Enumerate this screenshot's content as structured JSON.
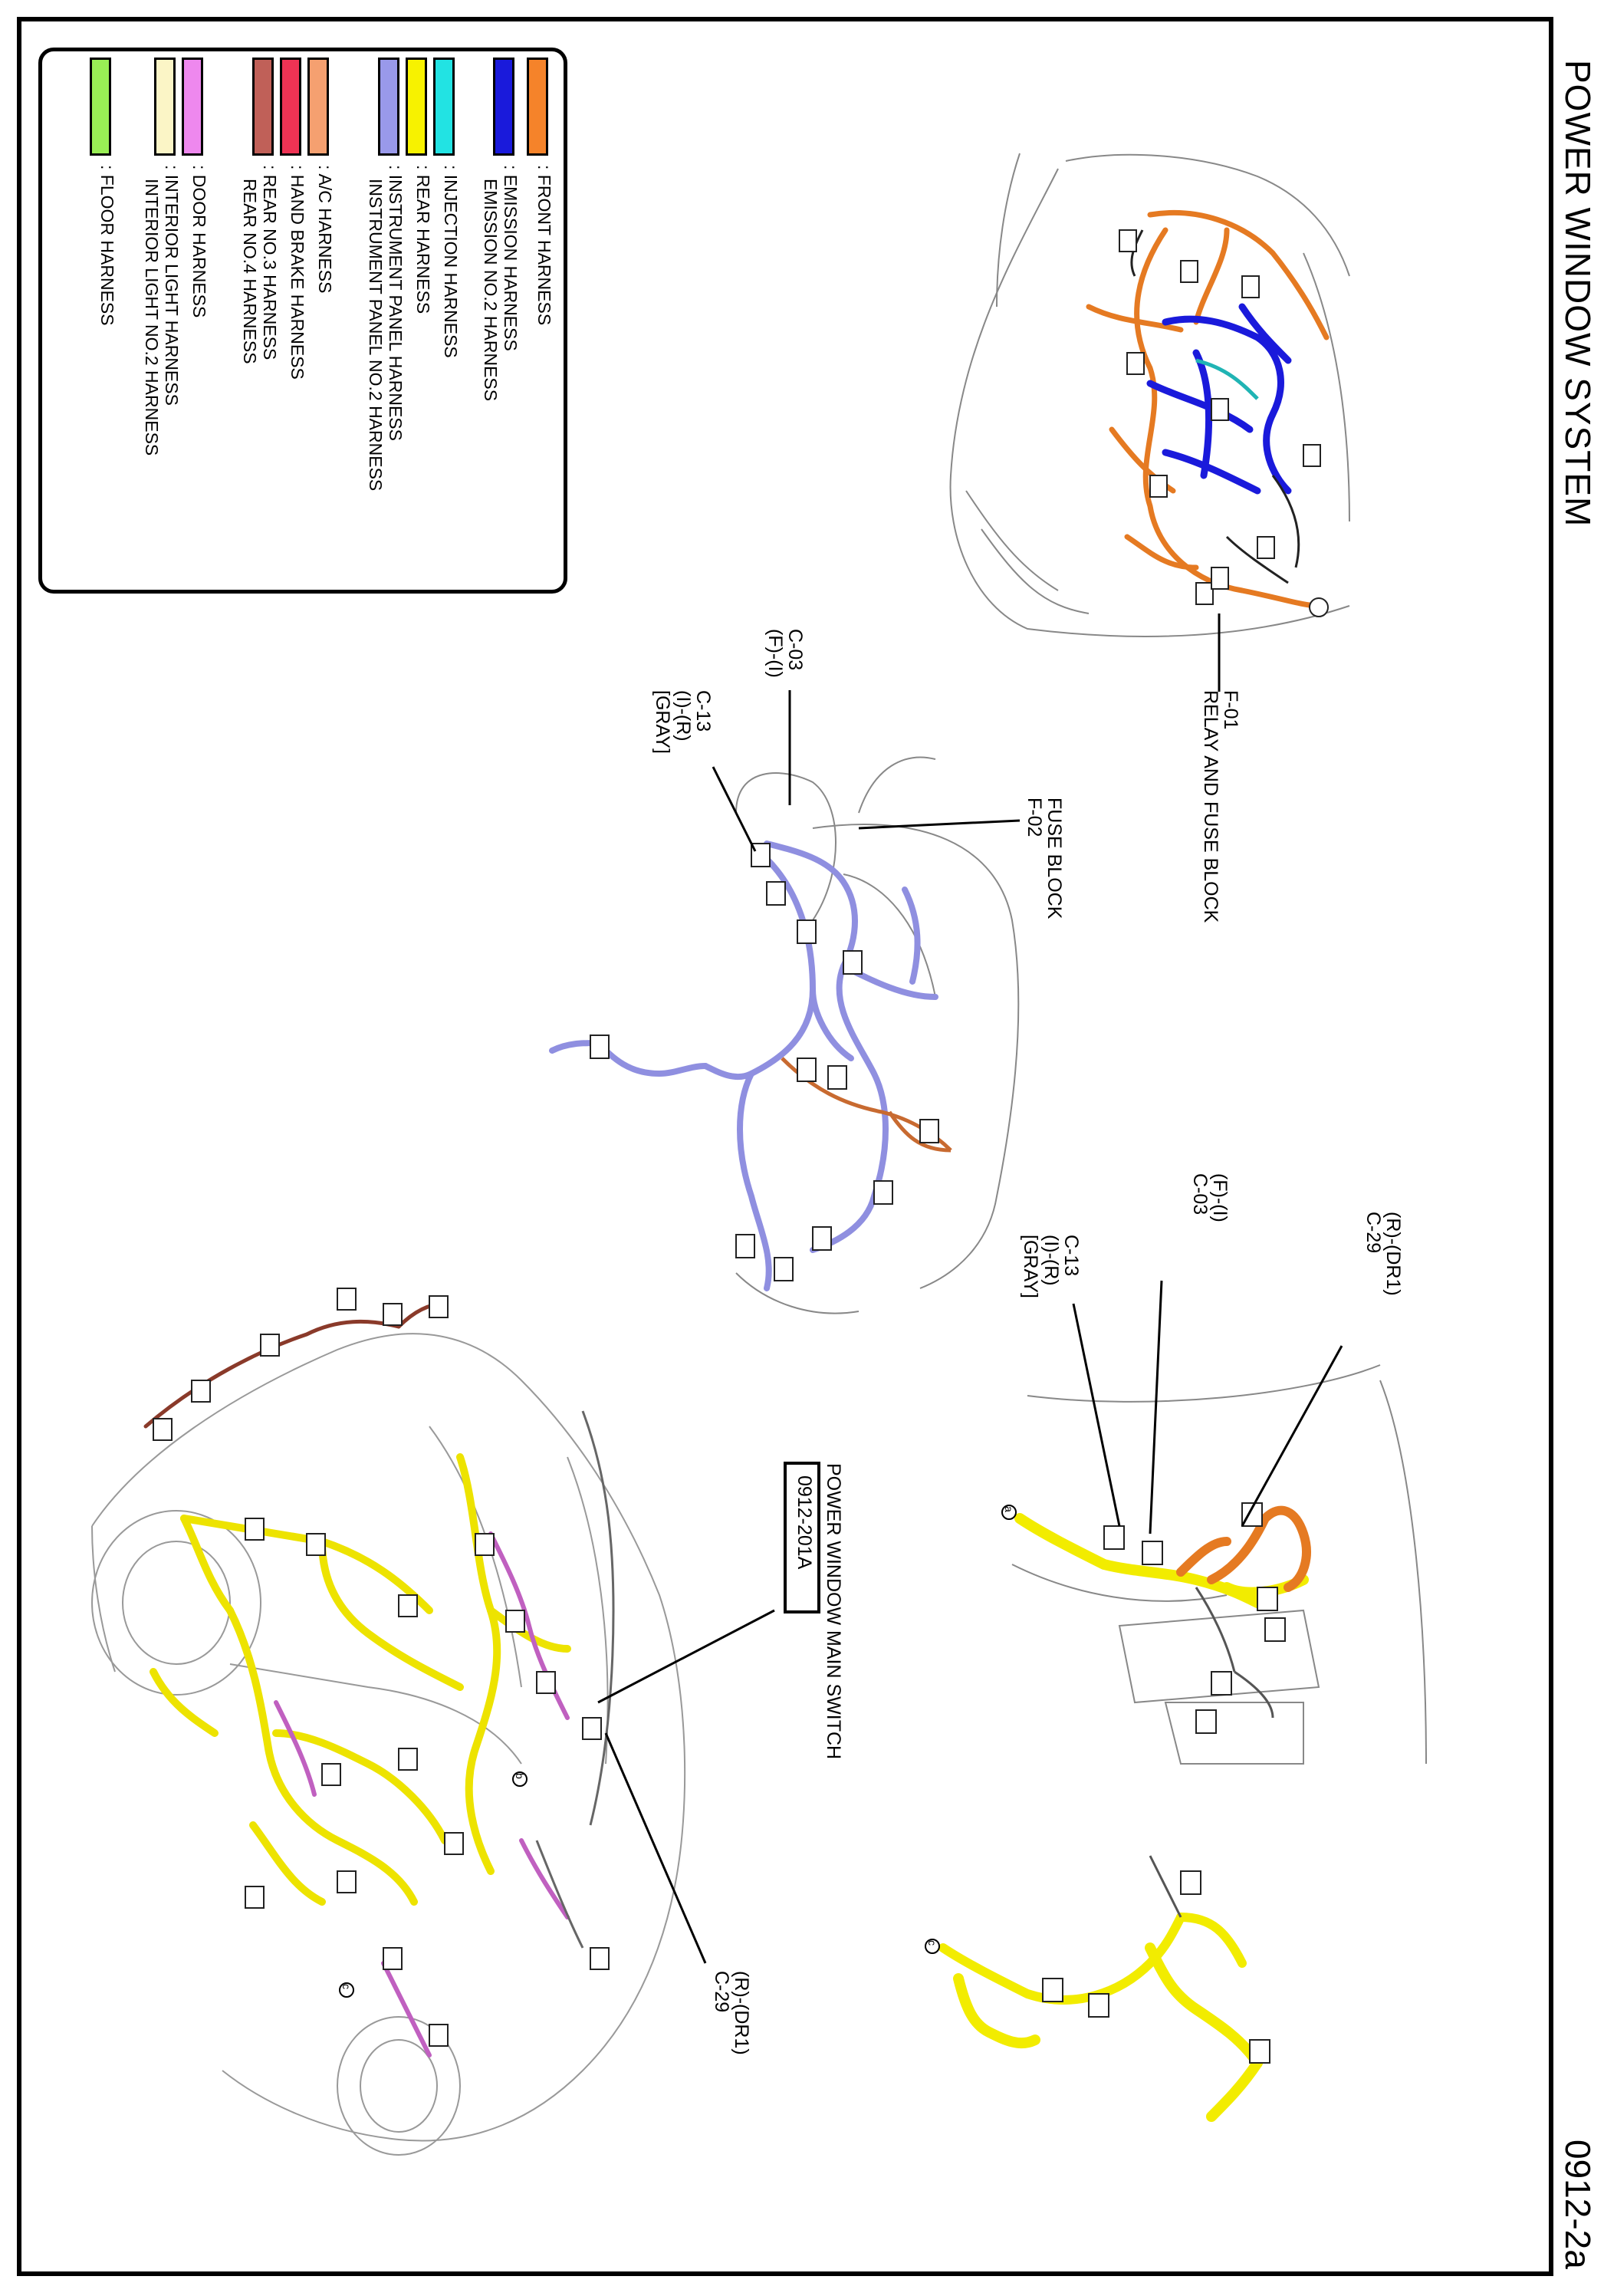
{
  "title": "POWER WINDOW SYSTEM",
  "page_number": "0912-2a",
  "legend": [
    {
      "label": ": FRONT HARNESS",
      "color": "#f5832a"
    },
    {
      "label": "EMISSION NO.2 HARNESS",
      "color": "#1a1adb",
      "primary": ": EMISSION HARNESS"
    },
    {
      "label": ": INJECTION HARNESS",
      "color": "#22e3e3"
    },
    {
      "label": ": REAR HARNESS",
      "color": "#f7f200"
    },
    {
      "label": "INSTRUMENT PANEL NO.2 HARNESS",
      "color": "#9999ea",
      "primary": ": INSTRUMENT PANEL HARNESS"
    },
    {
      "label": ": A/C HARNESS",
      "color": "#f5a070"
    },
    {
      "label": ": HAND BRAKE HARNESS",
      "color": "#ee3354"
    },
    {
      "label": "REAR NO.4 HARNESS",
      "color": "#c06058",
      "primary": ": REAR NO.3 HARNESS"
    },
    {
      "label": ": DOOR HARNESS",
      "color": "#ee88ee"
    },
    {
      "label": "INTERIOR LIGHT NO.2 HARNESS",
      "color": "#fbf5c6",
      "primary": ": INTERIOR LIGHT HARNESS"
    },
    {
      "label": ": FLOOR HARNESS",
      "color": "#99ee55"
    }
  ],
  "callouts": {
    "f01": {
      "code": "F-01",
      "name": "RELAY AND FUSE BLOCK"
    },
    "f02": {
      "code": "F-02",
      "name": "FUSE BLOCK"
    },
    "c03_left": {
      "code": "C-03",
      "pos": "(F)-(I)"
    },
    "c13_left": {
      "code": "C-13",
      "pos": "(I)-(R)",
      "color": "[GRAY]"
    },
    "c29_right": {
      "code": "C-29",
      "pos": "(R)-(DR1)"
    },
    "c03_right": {
      "code": "C-03",
      "pos": "(F)-(I)"
    },
    "c13_right": {
      "code": "C-13",
      "pos": "(I)-(R)",
      "color": "[GRAY]"
    },
    "main_switch": {
      "name": "POWER WINDOW MAIN SWITCH",
      "ref": "0912-201A"
    },
    "c29_bottom": {
      "code": "C-29",
      "pos": "(R)-(DR1)"
    }
  },
  "markers": {
    "a": "a",
    "b": "b",
    "c": "c"
  }
}
